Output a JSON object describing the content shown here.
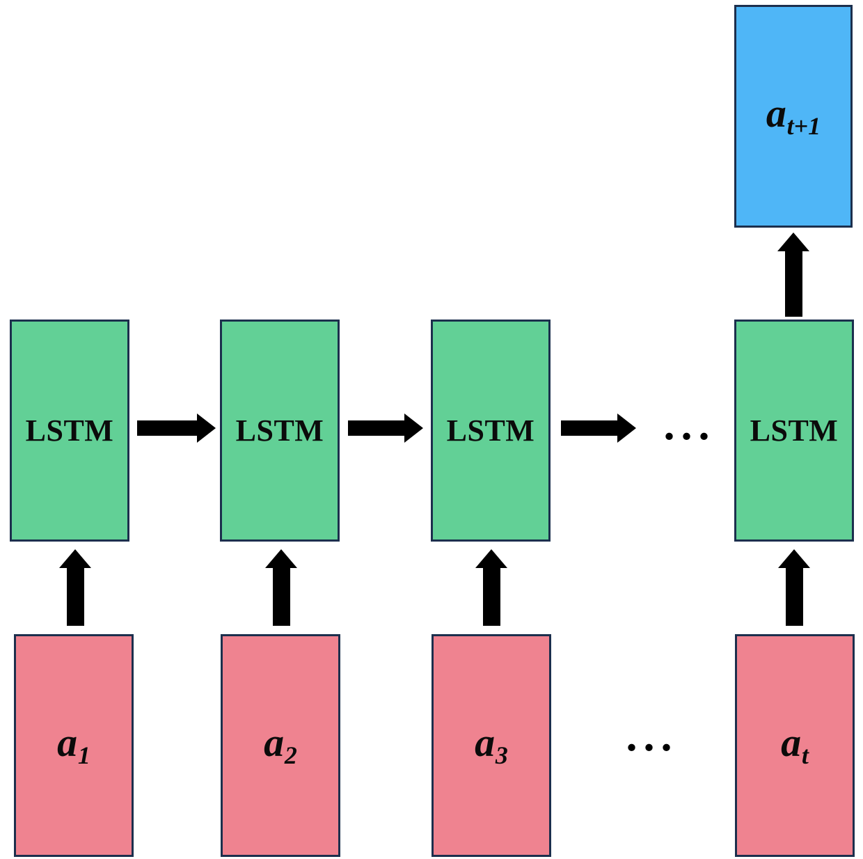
{
  "diagram": {
    "colors": {
      "lstm_fill": "#62D096",
      "input_fill": "#EF8390",
      "output_fill": "#4FB6F7",
      "box_border": "#1C2F4D",
      "arrow": "#000000"
    },
    "lstm_boxes": [
      {
        "label": "LSTM"
      },
      {
        "label": "LSTM"
      },
      {
        "label": "LSTM"
      },
      {
        "label": "LSTM"
      }
    ],
    "input_boxes": [
      {
        "base": "a",
        "sub": "1"
      },
      {
        "base": "a",
        "sub": "2"
      },
      {
        "base": "a",
        "sub": "3"
      },
      {
        "base": "a",
        "sub": "t"
      }
    ],
    "output_box": {
      "base": "a",
      "sub": "t+1"
    },
    "hidden_ellipsis": "...",
    "input_ellipsis": "..."
  }
}
